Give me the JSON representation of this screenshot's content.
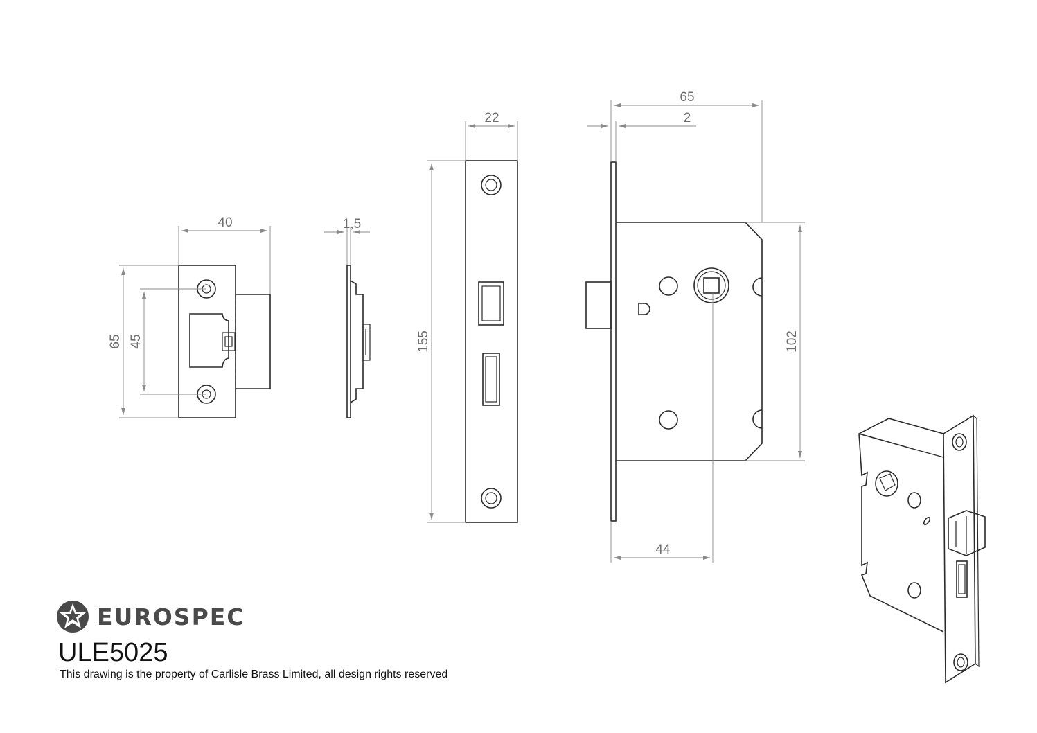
{
  "brand": {
    "name": "EUROSPEC",
    "logo_icon": "star-in-circle-icon"
  },
  "product_code": "ULE5025",
  "rights_note": "This drawing is the property of Carlisle Brass Limited, all design rights reserved",
  "dimensions": {
    "strike_width": "40",
    "strike_height": "65",
    "strike_hole_centres": "45",
    "strike_thickness": "1,5",
    "forend_width": "22",
    "forend_length": "155",
    "case_depth": "65",
    "forend_thickness": "2",
    "case_height": "102",
    "backset": "44"
  },
  "colors": {
    "line": "#2a2a2a",
    "dimension": "#8a8a8a",
    "brand": "#4a4a4a"
  }
}
